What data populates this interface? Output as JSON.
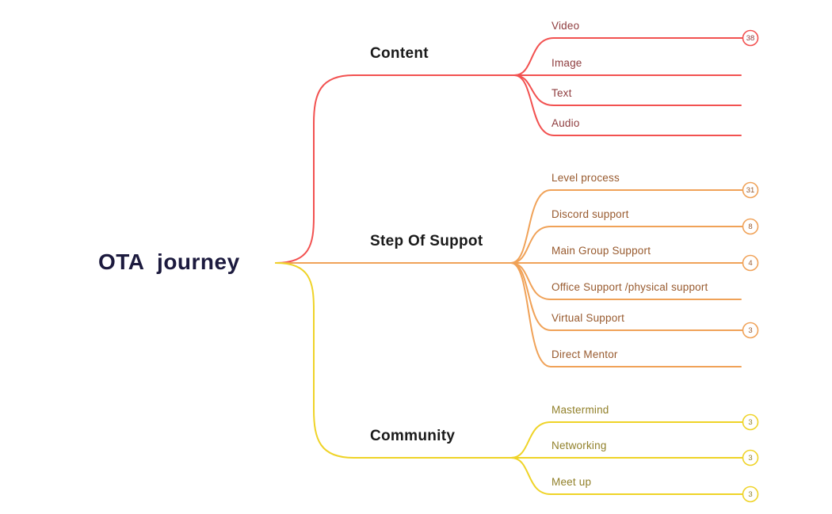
{
  "background": "#FFFFFF",
  "branch_label_color": "#1A1A1A",
  "root": {
    "label": "OTA  journey",
    "color": "#1C1A3E"
  },
  "branches": [
    {
      "label": "Content",
      "line_color": "#F25150",
      "text_color": "#8E3C3E",
      "children": [
        {
          "label": "Video",
          "badge": "38"
        },
        {
          "label": "Image",
          "badge": null
        },
        {
          "label": "Text",
          "badge": null
        },
        {
          "label": "Audio",
          "badge": null
        }
      ]
    },
    {
      "label": "Step Of Suppot",
      "line_color": "#F0A258",
      "text_color": "#985A2E",
      "children": [
        {
          "label": "Level process",
          "badge": "31"
        },
        {
          "label": "Discord support",
          "badge": "8"
        },
        {
          "label": "Main Group Support",
          "badge": "4"
        },
        {
          "label": "Office Support /physical support",
          "badge": null
        },
        {
          "label": "Virtual Support",
          "badge": "3"
        },
        {
          "label": "Direct Mentor",
          "badge": null
        }
      ]
    },
    {
      "label": "Community",
      "line_color": "#EFD327",
      "text_color": "#91802A",
      "children": [
        {
          "label": "Mastermind",
          "badge": "3"
        },
        {
          "label": "Networking",
          "badge": "3"
        },
        {
          "label": "Meet up",
          "badge": "3"
        }
      ]
    }
  ]
}
